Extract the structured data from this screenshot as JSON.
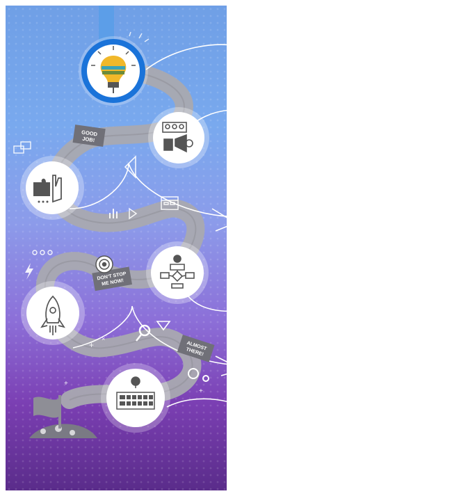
{
  "badges": {
    "good_job": [
      "GOOD",
      "JOB!"
    ],
    "dont_stop": [
      "DON'T STOP",
      "ME NOW!"
    ],
    "almost_there": [
      "ALMOST",
      "THERE!"
    ]
  },
  "steps": [
    {
      "icon": "lightbulb-icon"
    },
    {
      "icon": "team-megaphone-icon"
    },
    {
      "icon": "puzzle-hand-icon"
    },
    {
      "icon": "flowchart-icon"
    },
    {
      "icon": "rocket-icon"
    },
    {
      "icon": "keyboard-idea-icon"
    }
  ],
  "colors": {
    "road": "#a9a9b0",
    "accent_blue": "#1a73d9",
    "icon_gray": "#555555",
    "arrow": "#ffffff"
  }
}
